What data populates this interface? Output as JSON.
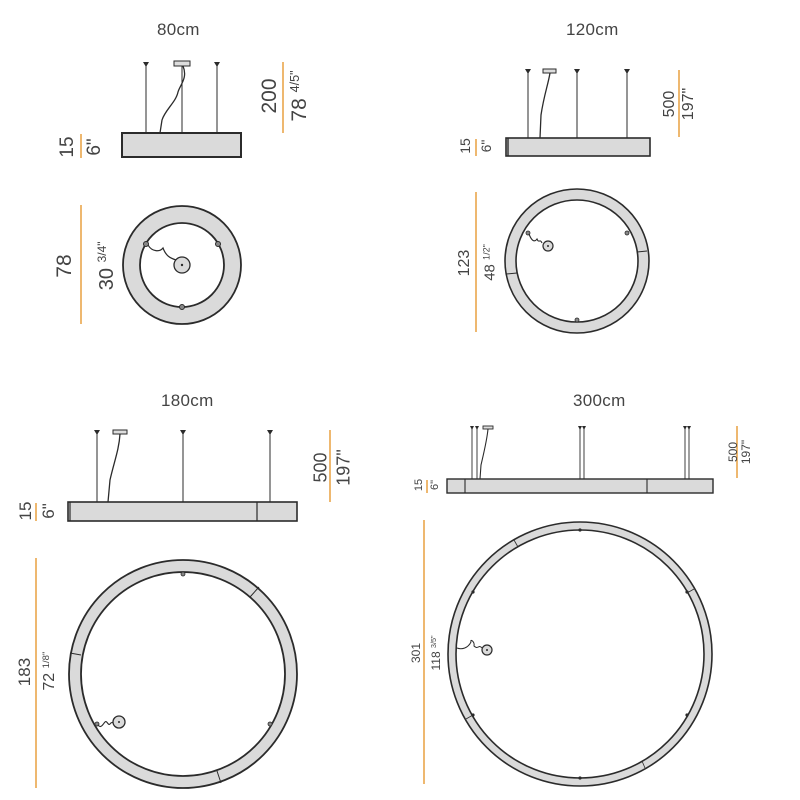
{
  "colors": {
    "dimension_line": "#E8A040",
    "fixture_fill": "#DADADA",
    "outline": "#2b2b2b",
    "text": "#444444"
  },
  "models": [
    {
      "title": "80cm",
      "side_height_cm": "15",
      "side_height_in": "6\"",
      "drop_cm": "200",
      "drop_in_whole": "78",
      "drop_in_frac": "4/5\"",
      "diameter_cm": "78",
      "diameter_in_whole": "30",
      "diameter_in_frac": "3/4\""
    },
    {
      "title": "120cm",
      "side_height_cm": "15",
      "side_height_in": "6\"",
      "drop_cm": "500",
      "drop_in": "197\"",
      "diameter_cm": "123",
      "diameter_in_whole": "48",
      "diameter_in_frac": "1/2\""
    },
    {
      "title": "180cm",
      "side_height_cm": "15",
      "side_height_in": "6\"",
      "drop_cm": "500",
      "drop_in": "197\"",
      "diameter_cm": "183",
      "diameter_in_whole": "72",
      "diameter_in_frac": "1/8\""
    },
    {
      "title": "300cm",
      "side_height_cm": "15",
      "side_height_in": "6\"",
      "drop_cm": "500",
      "drop_in": "197\"",
      "diameter_cm": "301",
      "diameter_in_whole": "118",
      "diameter_in_frac": "3/5\""
    }
  ]
}
